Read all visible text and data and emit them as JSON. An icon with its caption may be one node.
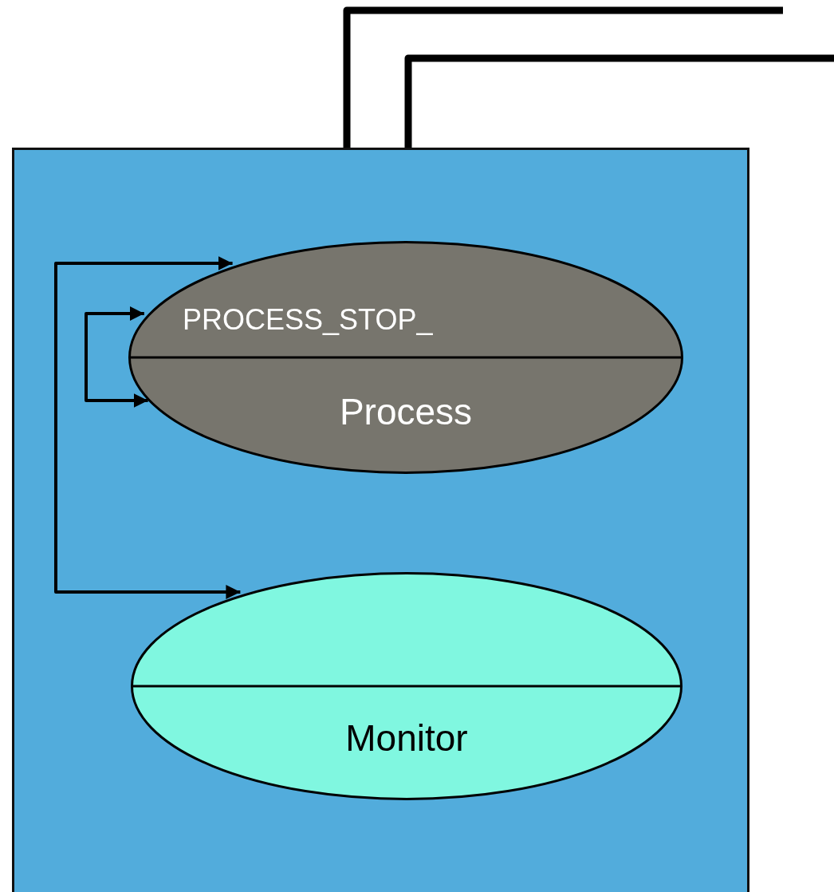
{
  "diagram": {
    "nodes": [
      {
        "text": [],
        "shape": "box"
      },
      {
        "text": [
          "PROCESS_STOP_",
          "Process"
        ],
        "in": 0
      },
      {
        "text": [
          "Monitor"
        ],
        "in": 0
      }
    ],
    "edges": [
      {
        "from": 1,
        "to": 1,
        "arrow": "both"
      },
      {
        "from": 1,
        "to": 2,
        "arrow": "both"
      },
      {
        "from": 0,
        "to": null,
        "arrow": "none",
        "style": "thick"
      },
      {
        "from": 0,
        "to": null,
        "arrow": "none",
        "style": "thick"
      }
    ]
  }
}
